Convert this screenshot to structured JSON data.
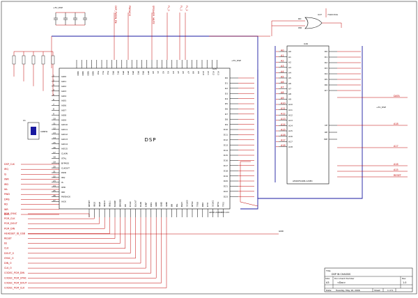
{
  "colors": {
    "wire_red": "#c00000",
    "wire_blue": "#1a1aa0",
    "ink": "#000000",
    "pin_red": "#b00000"
  },
  "dsp": {
    "label": "DSP",
    "refdes": "U25",
    "part": "ADSP-2186BST-133",
    "left_pins": [
      "IAD0",
      "IAD1",
      "IAD2",
      "IAD3",
      "IAD4",
      "IAD5",
      "IAD6",
      "IAD7",
      "IAD8",
      "IAD9",
      "IAD10",
      "IAD11",
      "IAD12",
      "IAD13",
      "IAD14",
      "IAD15",
      "CLKIN",
      "XTAL",
      "BYPASS",
      "CLKOUT",
      "PWD",
      "IRQ",
      "IS",
      "IWR",
      "IRD",
      "PWDACK",
      "IACK"
    ],
    "right_pins": [
      "D0",
      "D1",
      "D2",
      "D3",
      "D4",
      "D5",
      "D6",
      "D7",
      "D8",
      "D9",
      "D10",
      "D11",
      "D12",
      "D13",
      "D14",
      "D15",
      "D16",
      "D17",
      "D18",
      "D19",
      "D20",
      "D21",
      "D22",
      "D23"
    ],
    "top_pins": [
      "VDD",
      "VDD",
      "VDD",
      "VDD",
      "FL0",
      "FL1",
      "FL2",
      "PF0",
      "PF1",
      "PF2",
      "PF3",
      "PF4",
      "PF5",
      "PF6",
      "PF7",
      "A0",
      "A1",
      "A2",
      "A3",
      "A4",
      "A5",
      "A6",
      "A7",
      "A8",
      "A9",
      "A10",
      "A11",
      "A12",
      "A13"
    ],
    "bottom_pins": [
      "RESET",
      "IRQ2",
      "IRQE",
      "IRQL0",
      "IRQL1",
      "MODE",
      "BMODE",
      "EE",
      "ECLK",
      "ELOUT",
      "ELIN",
      "EINT",
      "EMS",
      "GND",
      "GND",
      "GND",
      "BR",
      "BG",
      "BGH",
      "SCLK0",
      "RFS0",
      "TFS0",
      "DR0",
      "DT0",
      "SCLK1",
      "RFS1",
      "TFS1"
    ]
  },
  "memory": {
    "refdes": "U26",
    "part": "AM29F040B-120EC",
    "address_pins": [
      "A0",
      "A1",
      "A2",
      "A3",
      "A4",
      "A5",
      "A6",
      "A7",
      "A8",
      "A9",
      "A10",
      "A11",
      "A12",
      "A13",
      "A14",
      "A15",
      "A16",
      "A17",
      "A18"
    ],
    "data_pins": [
      "D0",
      "D1",
      "D2",
      "D3",
      "D4",
      "D5",
      "D6",
      "D7"
    ],
    "control_pins": [
      "CE",
      "OE",
      "WE"
    ]
  },
  "gate": {
    "refdes": "U27",
    "part": "74LVC32A",
    "in1": "RD",
    "in2": "WR"
  },
  "crystal": {
    "refdes": "X1",
    "value": "16MHz"
  },
  "nets": {
    "left": [
      "DSP_CLK",
      "IRQ",
      "IS",
      "IWR",
      "IRD",
      "IAL",
      "PWD",
      "DMS",
      "RD",
      "WR",
      "BMS"
    ],
    "bottom": [
      "PCM_SYNC",
      "PCM_CLK",
      "PCM_DOUT",
      "PCM_DIN",
      "HEADSET_ID_USB",
      "RESET",
      "EE",
      "CLK",
      "DOUT_O",
      "SYNC_O",
      "DIN_O",
      "CLK_O",
      "CODEC_PCM_DIN",
      "CODEC_PCM_SYNC",
      "CODEC_PCM_DOUT",
      "CODEC_PCM_CLK"
    ],
    "right": [
      "DATA",
      "A18",
      "A17",
      "A16",
      "A15",
      "RESET"
    ],
    "top": [
      "DSP_PWDN_EN",
      "PWDACK",
      "SPEAKER_MUTE",
      "FL_0",
      "FL_1",
      "FL_2"
    ]
  },
  "power": {
    "vdd_label": "+3V_DSP",
    "gnd_label": "GND"
  },
  "title_block": {
    "title": "DSP IN CHASSIS",
    "size_label": "Size",
    "size": "A3",
    "doc_label": "Document Number",
    "doc": "<Doc>",
    "rev_label": "Rev",
    "rev": "1.0",
    "date_label": "Date:",
    "date": "Tuesday, May 16, 2006",
    "sheet_label": "Sheet",
    "sheet": "1 of 1"
  }
}
